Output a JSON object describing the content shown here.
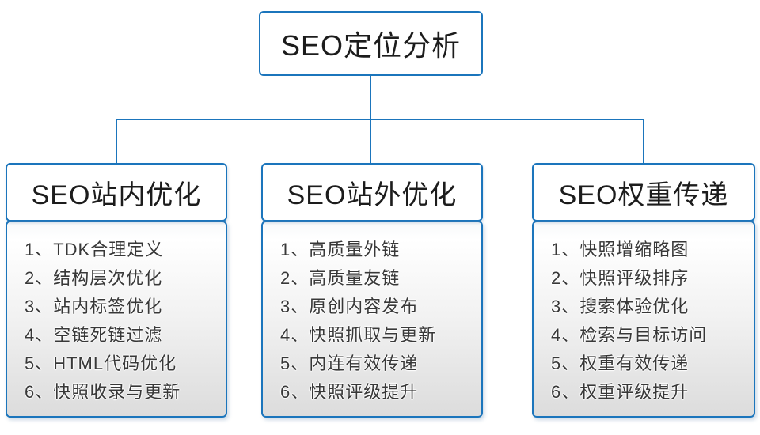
{
  "root": {
    "title": "SEO定位分析"
  },
  "columns": [
    {
      "title": "SEO站内优化",
      "items": [
        "1、TDK合理定义",
        "2、结构层次优化",
        "3、站内标签优化",
        "4、空链死链过滤",
        "5、HTML代码优化",
        "6、快照收录与更新"
      ]
    },
    {
      "title": "SEO站外优化",
      "items": [
        "1、高质量外链",
        "2、高质量友链",
        "3、原创内容发布",
        "4、快照抓取与更新",
        "5、内连有效传递",
        "6、快照评级提升"
      ]
    },
    {
      "title": "SEO权重传递",
      "items": [
        "1、快照增缩略图",
        "2、快照评级排序",
        "3、搜索体验优化",
        "4、检索与目标访问",
        "5、权重有效传递",
        "6、权重评级提升"
      ]
    }
  ],
  "colors": {
    "border_blue": "#1b75bc",
    "text_dark": "#1c1c1c",
    "list_text": "#383838"
  }
}
